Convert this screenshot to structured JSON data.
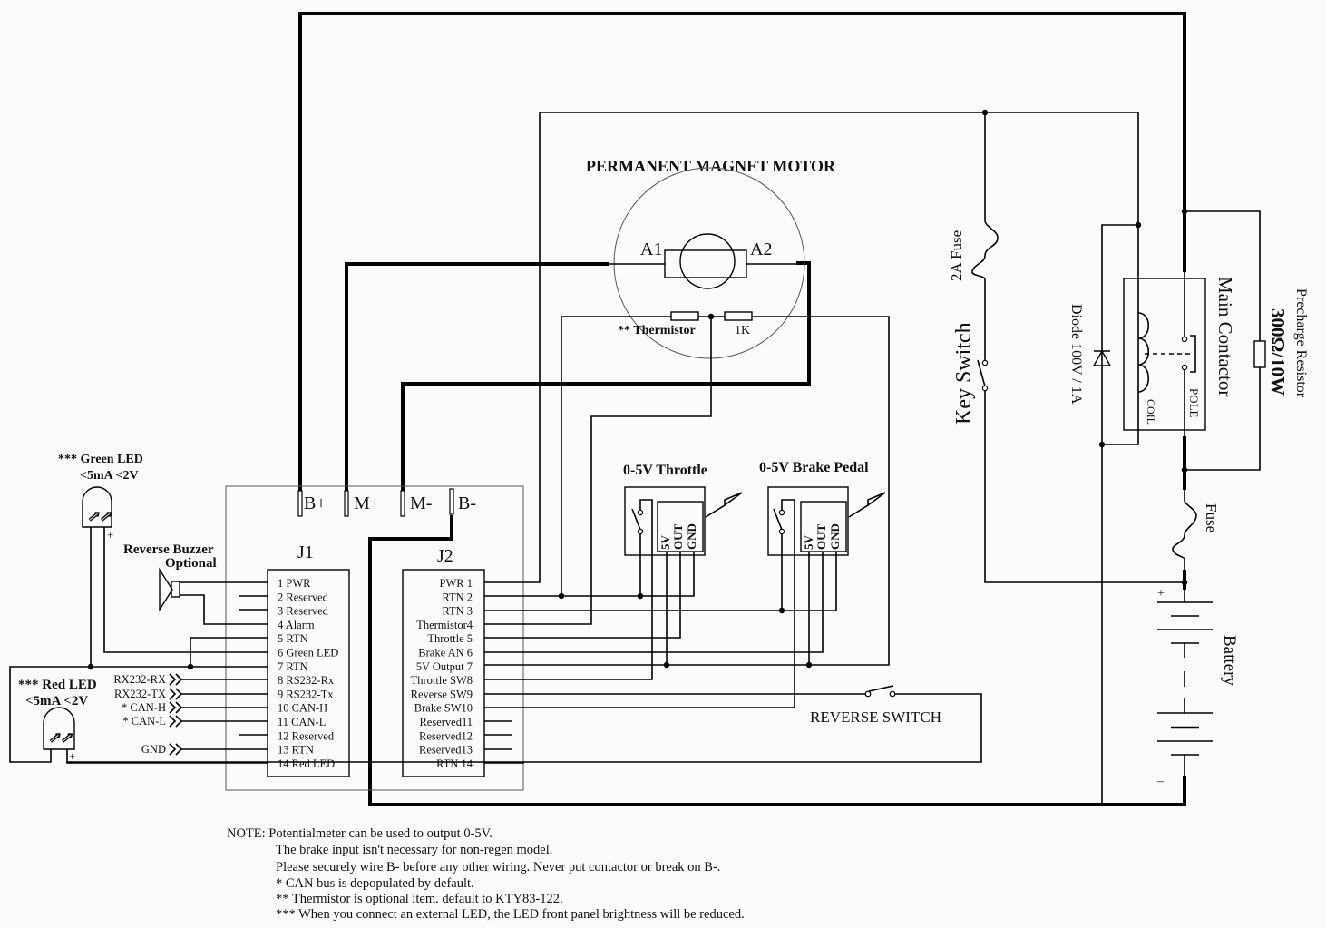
{
  "title": "PERMANENT MAGNET MOTOR",
  "motor": {
    "terminal_a1": "A1",
    "terminal_a2": "A2",
    "thermistor_label": "** Thermistor",
    "resistor_label": "1K"
  },
  "power_terminals": [
    "B+",
    "M+",
    "M-",
    "B-"
  ],
  "j1": {
    "label": "J1",
    "pins": [
      "1  PWR",
      "2  Reserved",
      "3  Reserved",
      "4  Alarm",
      "5  RTN",
      "6  Green LED",
      "7  RTN",
      "8  RS232-Rx",
      "9  RS232-Tx",
      "10  CAN-H",
      "11  CAN-L",
      "12  Reserved",
      "13  RTN",
      "14  Red LED"
    ]
  },
  "j2": {
    "label": "J2",
    "pins": [
      "PWR  1",
      "RTN  2",
      "RTN  3",
      "Thermistor4",
      "Throttle 5",
      "Brake AN 6",
      "5V Output 7",
      "Throttle SW8",
      "Reverse SW9",
      "Brake SW10",
      "Reserved11",
      "Reserved12",
      "Reserved13",
      "RTN 14"
    ]
  },
  "comm_labels": [
    "RX232-RX",
    "RX232-TX",
    "* CAN-H",
    "* CAN-L",
    "GND"
  ],
  "green_led": {
    "line1": "*** Green LED",
    "line2": "<5mA  <2V",
    "plus": "+"
  },
  "red_led": {
    "line1": "*** Red LED",
    "line2": "<5mA  <2V",
    "plus": "+"
  },
  "buzzer": {
    "line1": "Reverse Buzzer",
    "line2": "Optional"
  },
  "throttle": {
    "title": "0-5V  Throttle",
    "pins": [
      "5V",
      "OUT",
      "GND"
    ]
  },
  "brake": {
    "title": "0-5V Brake Pedal",
    "pins": [
      "5V",
      "OUT",
      "GND"
    ]
  },
  "reverse_switch": "REVERSE SWITCH",
  "key_switch": "Key Switch",
  "fuse_2a": "2A Fuse",
  "diode": "Diode  100V / 1A",
  "contactor": {
    "title": "Main Contactor",
    "coil": "COIL",
    "pole": "POLE"
  },
  "precharge": {
    "value": "300Ω/10W",
    "label": "Precharge Resistor"
  },
  "fuse": "Fuse",
  "battery": {
    "label": "Battery",
    "plus": "+",
    "minus": "–"
  },
  "notes": [
    "NOTE: Potentialmeter can be used to output 0-5V.",
    "The brake input isn't necessary for non-regen model.",
    "Please securely wire B- before any other wiring. Never put contactor or break on B-.",
    "* CAN bus is depopulated by default.",
    "** Thermistor is optional item. default to KTY83-122.",
    "*** When you connect an external LED, the LED front panel brightness will be reduced."
  ]
}
